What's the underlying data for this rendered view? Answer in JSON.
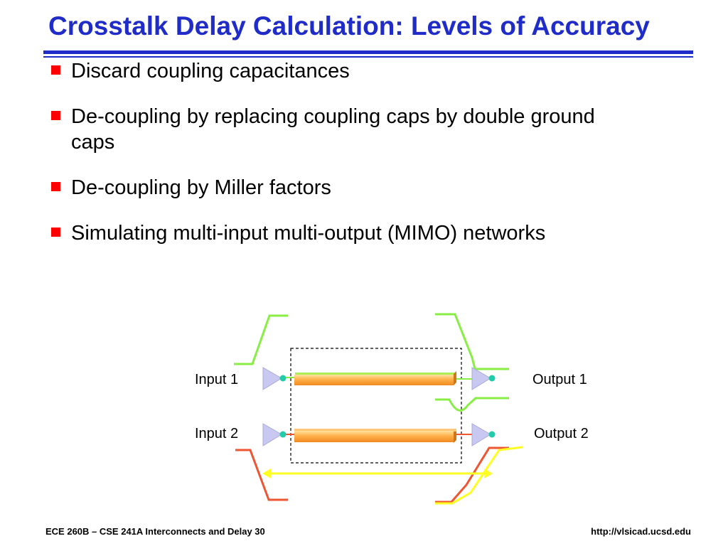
{
  "slide": {
    "title": "Crosstalk Delay Calculation: Levels of Accuracy",
    "bullets": [
      "Discard coupling capacitances",
      "De-coupling by replacing coupling caps by double ground caps",
      "De-coupling by Miller factors",
      "Simulating multi-input multi-output (MIMO) networks"
    ]
  },
  "diagram": {
    "input1": "Input 1",
    "input2": "Input 2",
    "output1": "Output 1",
    "output2": "Output 2"
  },
  "footer": {
    "left": "ECE 260B – CSE 241A Interconnects and Delay 30",
    "right": "http://vlsicad.ucsd.edu"
  },
  "colors": {
    "title_blue": "#1f2cc8",
    "bullet_red": "#ff0000",
    "wire_orange": "#ffaa44",
    "signal_green": "#88ee44",
    "signal_red": "#ee5533",
    "arrow_yellow": "#ffff22",
    "buffer_fill": "#c8c8f0",
    "node_teal": "#22ccaa"
  }
}
